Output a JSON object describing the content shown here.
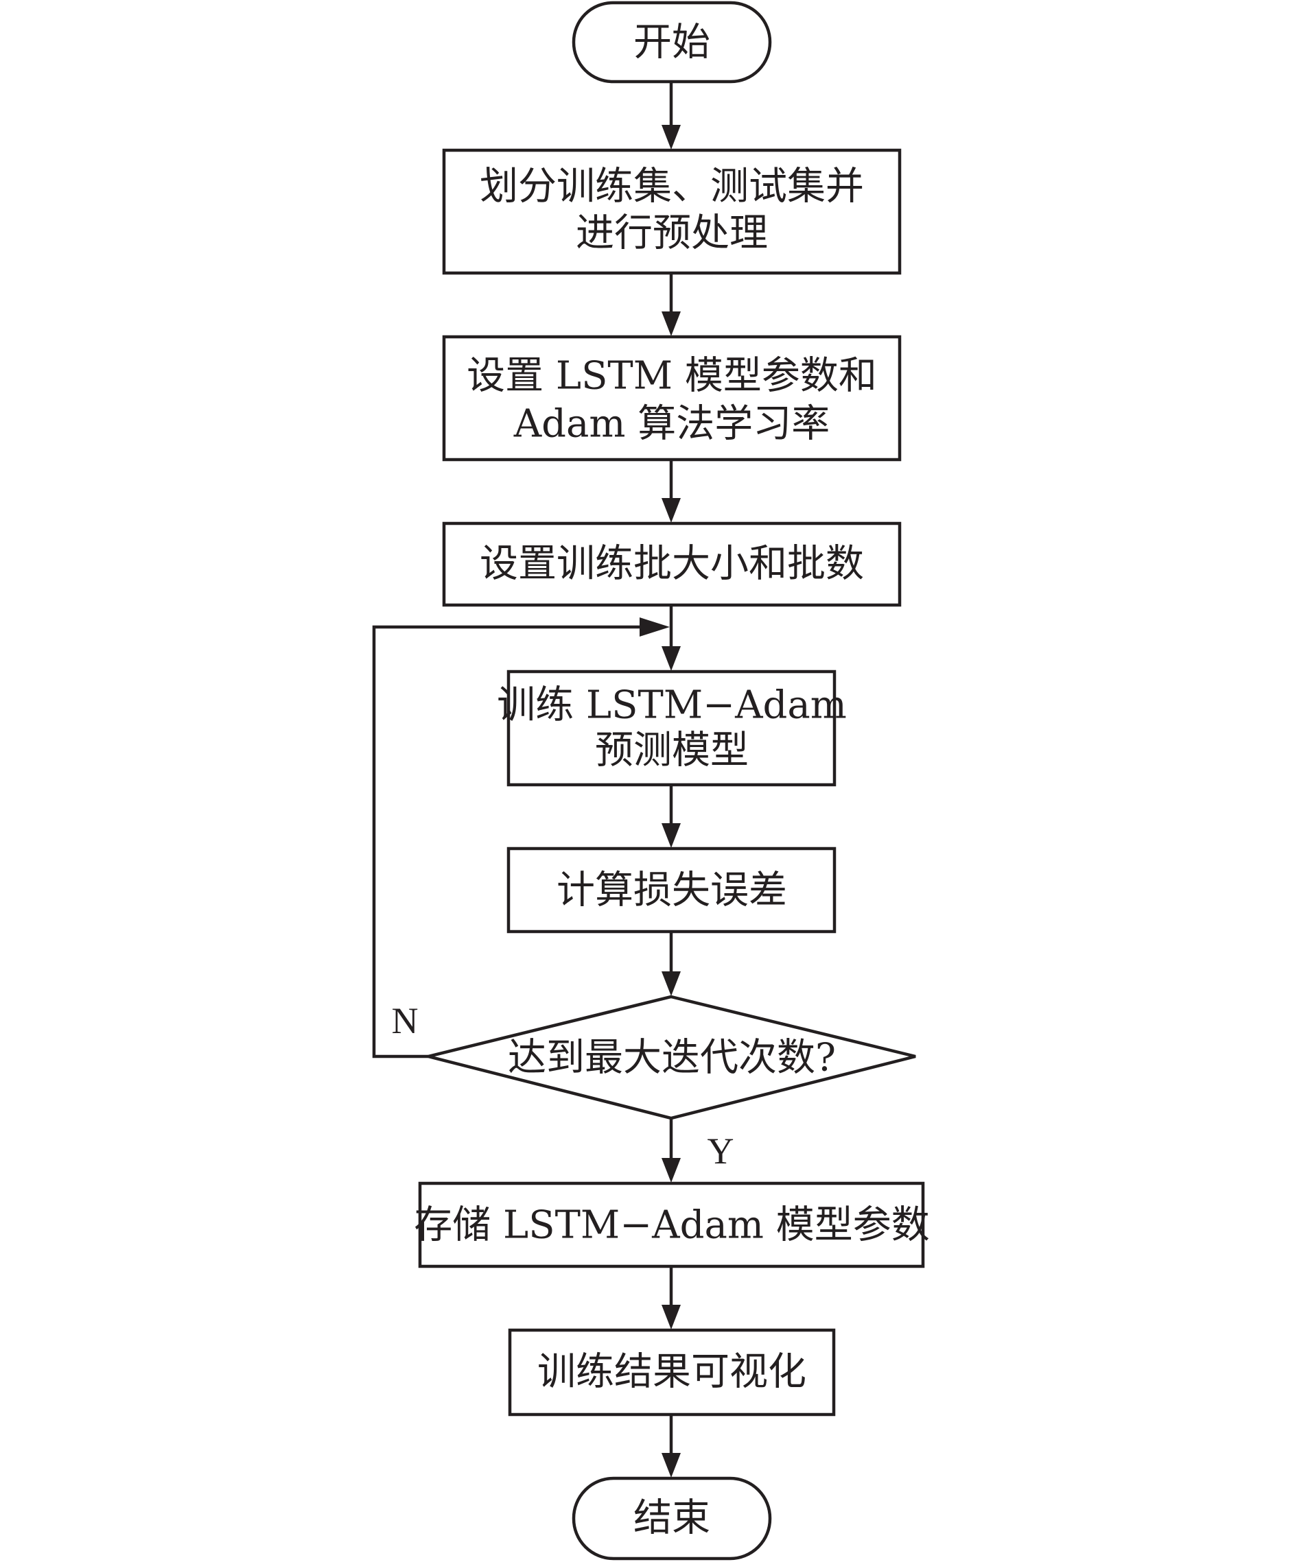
{
  "flowchart": {
    "start": "开始",
    "split_data": [
      "划分训练集、测试集并",
      "进行预处理"
    ],
    "set_params": [
      "设置 LSTM 模型参数和",
      "Adam 算法学习率"
    ],
    "set_batch": "设置训练批大小和批数",
    "train_model": [
      "训练 LSTM−Adam",
      "预测模型"
    ],
    "compute_loss": "计算损失误差",
    "decision": "达到最大迭代次数?",
    "branch_no": "N",
    "branch_yes": "Y",
    "store_params": "存储 LSTM−Adam 模型参数",
    "visualize": "训练结果可视化",
    "end": "结束"
  },
  "colors": {
    "stroke": "#231f20",
    "background": "#ffffff"
  }
}
